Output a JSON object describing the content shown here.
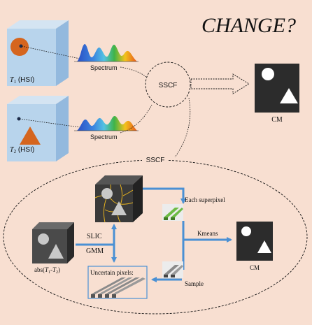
{
  "title": "CHANGE?",
  "top": {
    "t1_label_t": "T",
    "t1_label_sub": "1",
    "t1_label_rest": " (HSI)",
    "t2_label_t": "T",
    "t2_label_sub": "2",
    "t2_label_rest": " (HSI)",
    "spectrum1": "Spectrum",
    "spectrum2": "Spectrum",
    "sscf_circle": "SSCF",
    "cm_top": "CM"
  },
  "bottom": {
    "sscf_title": "SSCF",
    "abs_prefix": "abs(",
    "abs_t1": "T",
    "abs_t1_sub": "1",
    "abs_minus": "-",
    "abs_t2": "T",
    "abs_t2_sub": "2",
    "abs_suffix": ")",
    "slic": "SLIC",
    "gmm": "GMM",
    "each_superpixel": "Each superpixel",
    "kmeans": "Kmeans",
    "uncertain_pixels": "Uncertain pixels:",
    "sample": "Sample",
    "cm_bottom": "CM"
  },
  "colors": {
    "background": "#f8dfd1",
    "cube_face": "#b8d4ec",
    "cube_side": "#93b9de",
    "target_orange": "#d5651e",
    "arrow_blue": "#4a90d4",
    "dark_cube": "#3b3b3b",
    "green_bar": "#6dbb45"
  }
}
